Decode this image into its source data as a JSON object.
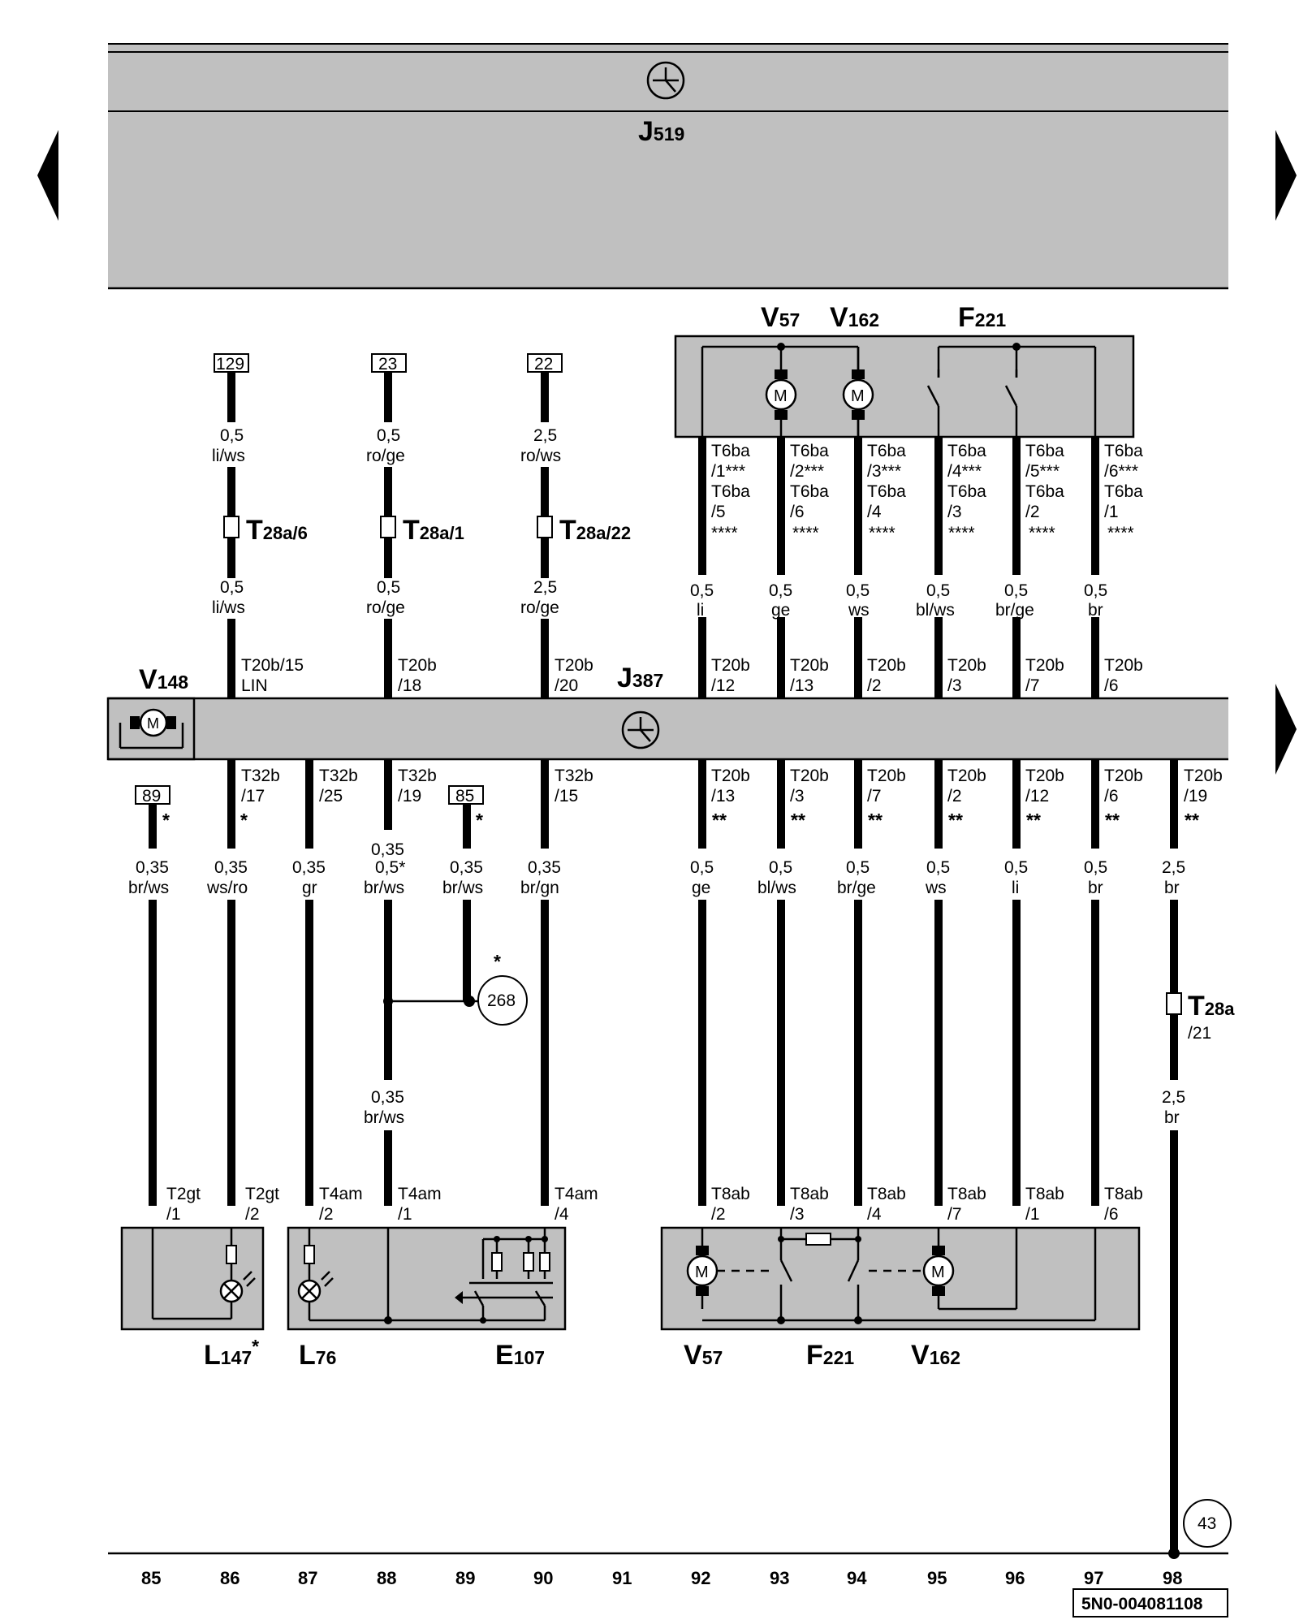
{
  "navigation": {
    "prev_arrow": "previous-page",
    "next_arrow": "next-page"
  },
  "control_units": {
    "top": {
      "name": "J",
      "sub": "519"
    },
    "middle": {
      "name": "J",
      "sub": "387"
    }
  },
  "top_components": {
    "v57": {
      "name": "V",
      "sub": "57"
    },
    "v162": {
      "name": "V",
      "sub": "162"
    },
    "f221": {
      "name": "F",
      "sub": "221"
    },
    "v148": {
      "name": "V",
      "sub": "148"
    }
  },
  "bottom_components": {
    "l147": {
      "name": "L",
      "sub": "147",
      "mark": "*"
    },
    "l76": {
      "name": "L",
      "sub": "76"
    },
    "e107": {
      "name": "E",
      "sub": "107"
    },
    "v57": {
      "name": "V",
      "sub": "57"
    },
    "f221": {
      "name": "F",
      "sub": "221"
    },
    "v162": {
      "name": "V",
      "sub": "162"
    }
  },
  "upper_refs": [
    "129",
    "23",
    "22"
  ],
  "upper_wires": [
    {
      "size_a": "0,5",
      "color_a": "li/ws",
      "connector": "T",
      "connector_sub": "28a/6",
      "size_b": "0,5",
      "color_b": "li/ws",
      "pin_a": "T20b/15",
      "pin_b": "LIN"
    },
    {
      "size_a": "0,5",
      "color_a": "ro/ge",
      "connector": "T",
      "connector_sub": "28a/1",
      "size_b": "0,5",
      "color_b": "ro/ge",
      "pin_a": "T20b",
      "pin_b": "/18"
    },
    {
      "size_a": "2,5",
      "color_a": "ro/ws",
      "connector": "T",
      "connector_sub": "28a/22",
      "size_b": "2,5",
      "color_b": "ro/ge",
      "pin_a": "T20b",
      "pin_b": "/20"
    }
  ],
  "motor_wires": [
    {
      "l1": "T6ba",
      "l2": "/1***",
      "l3": "T6ba",
      "l4": "/5",
      "stars": "****",
      "size": "0,5",
      "color": "li",
      "pin_a": "T20b",
      "pin_b": "/12"
    },
    {
      "l1": "T6ba",
      "l2": "/2***",
      "l3": "T6ba",
      "l4": "/6",
      "stars": "****",
      "size": "0,5",
      "color": "ge",
      "pin_a": "T20b",
      "pin_b": "/13"
    },
    {
      "l1": "T6ba",
      "l2": "/3***",
      "l3": "T6ba",
      "l4": "/4",
      "stars": "****",
      "size": "0,5",
      "color": "ws",
      "pin_a": "T20b",
      "pin_b": "/2"
    },
    {
      "l1": "T6ba",
      "l2": "/4***",
      "l3": "T6ba",
      "l4": "/3",
      "stars": "****",
      "size": "0,5",
      "color": "bl/ws",
      "pin_a": "T20b",
      "pin_b": "/3"
    },
    {
      "l1": "T6ba",
      "l2": "/5***",
      "l3": "T6ba",
      "l4": "/2",
      "stars": "****",
      "size": "0,5",
      "color": "br/ge",
      "pin_a": "T20b",
      "pin_b": "/7"
    },
    {
      "l1": "T6ba",
      "l2": "/6***",
      "l3": "T6ba",
      "l4": "/1",
      "stars": "****",
      "size": "0,5",
      "color": "br",
      "pin_a": "T20b",
      "pin_b": "/6"
    }
  ],
  "lower_refs": {
    "r89": "89",
    "r85": "85",
    "star": "*"
  },
  "lower_left_wires": [
    {
      "pin_a": "",
      "pin_b": "",
      "size": "0,35",
      "color": "br/ws",
      "bottom_a": "T2gt",
      "bottom_b": "/1"
    },
    {
      "pin_a": "T32b",
      "pin_b": "/17",
      "size": "0,35",
      "color": "ws/ro",
      "bottom_a": "T2gt",
      "bottom_b": "/2"
    },
    {
      "pin_a": "T32b",
      "pin_b": "/25",
      "size": "0,35",
      "color": "gr",
      "bottom_a": "T4am",
      "bottom_b": "/2"
    },
    {
      "pin_a": "T32b",
      "pin_b": "/19",
      "size": "0,35",
      "size2": "0,5*",
      "color": "br/ws",
      "bottom_a": "T4am",
      "bottom_b": "/1",
      "mid_size": "0,35",
      "mid_color": "br/ws"
    },
    {
      "pin_a": "",
      "pin_b": "",
      "size": "0,35",
      "color": "br/ws",
      "bottom_a": "",
      "bottom_b": ""
    },
    {
      "pin_a": "T32b",
      "pin_b": "/15",
      "size": "0,35",
      "color": "br/gn",
      "bottom_a": "T4am",
      "bottom_b": "/4"
    }
  ],
  "ref_circle_268": "268",
  "ref_circle_43": "43",
  "lower_right_wires": [
    {
      "pin_a": "T20b",
      "pin_b": "/13",
      "stars": "**",
      "size": "0,5",
      "color": "ge",
      "bottom_a": "T8ab",
      "bottom_b": "/2"
    },
    {
      "pin_a": "T20b",
      "pin_b": "/3",
      "stars": "**",
      "size": "0,5",
      "color": "bl/ws",
      "bottom_a": "T8ab",
      "bottom_b": "/3"
    },
    {
      "pin_a": "T20b",
      "pin_b": "/7",
      "stars": "**",
      "size": "0,5",
      "color": "br/ge",
      "bottom_a": "T8ab",
      "bottom_b": "/4"
    },
    {
      "pin_a": "T20b",
      "pin_b": "/2",
      "stars": "**",
      "size": "0,5",
      "color": "ws",
      "bottom_a": "T8ab",
      "bottom_b": "/7"
    },
    {
      "pin_a": "T20b",
      "pin_b": "/12",
      "stars": "**",
      "size": "0,5",
      "color": "li",
      "bottom_a": "T8ab",
      "bottom_b": "/1"
    },
    {
      "pin_a": "T20b",
      "pin_b": "/6",
      "stars": "**",
      "size": "0,5",
      "color": "br",
      "bottom_a": "T8ab",
      "bottom_b": "/6"
    }
  ],
  "ground_wire": {
    "pin_a": "T20b",
    "pin_b": "/19",
    "stars": "**",
    "size": "2,5",
    "color": "br",
    "connector": "T",
    "connector_sub": "28a",
    "connector_pin": "/21",
    "size2": "2,5",
    "color2": "br"
  },
  "columns": [
    "85",
    "86",
    "87",
    "88",
    "89",
    "90",
    "91",
    "92",
    "93",
    "94",
    "95",
    "96",
    "97",
    "98"
  ],
  "doc_number": "5N0-004081108",
  "colors": {
    "box_fill": "#c0c0c0",
    "wire": "#000000"
  }
}
